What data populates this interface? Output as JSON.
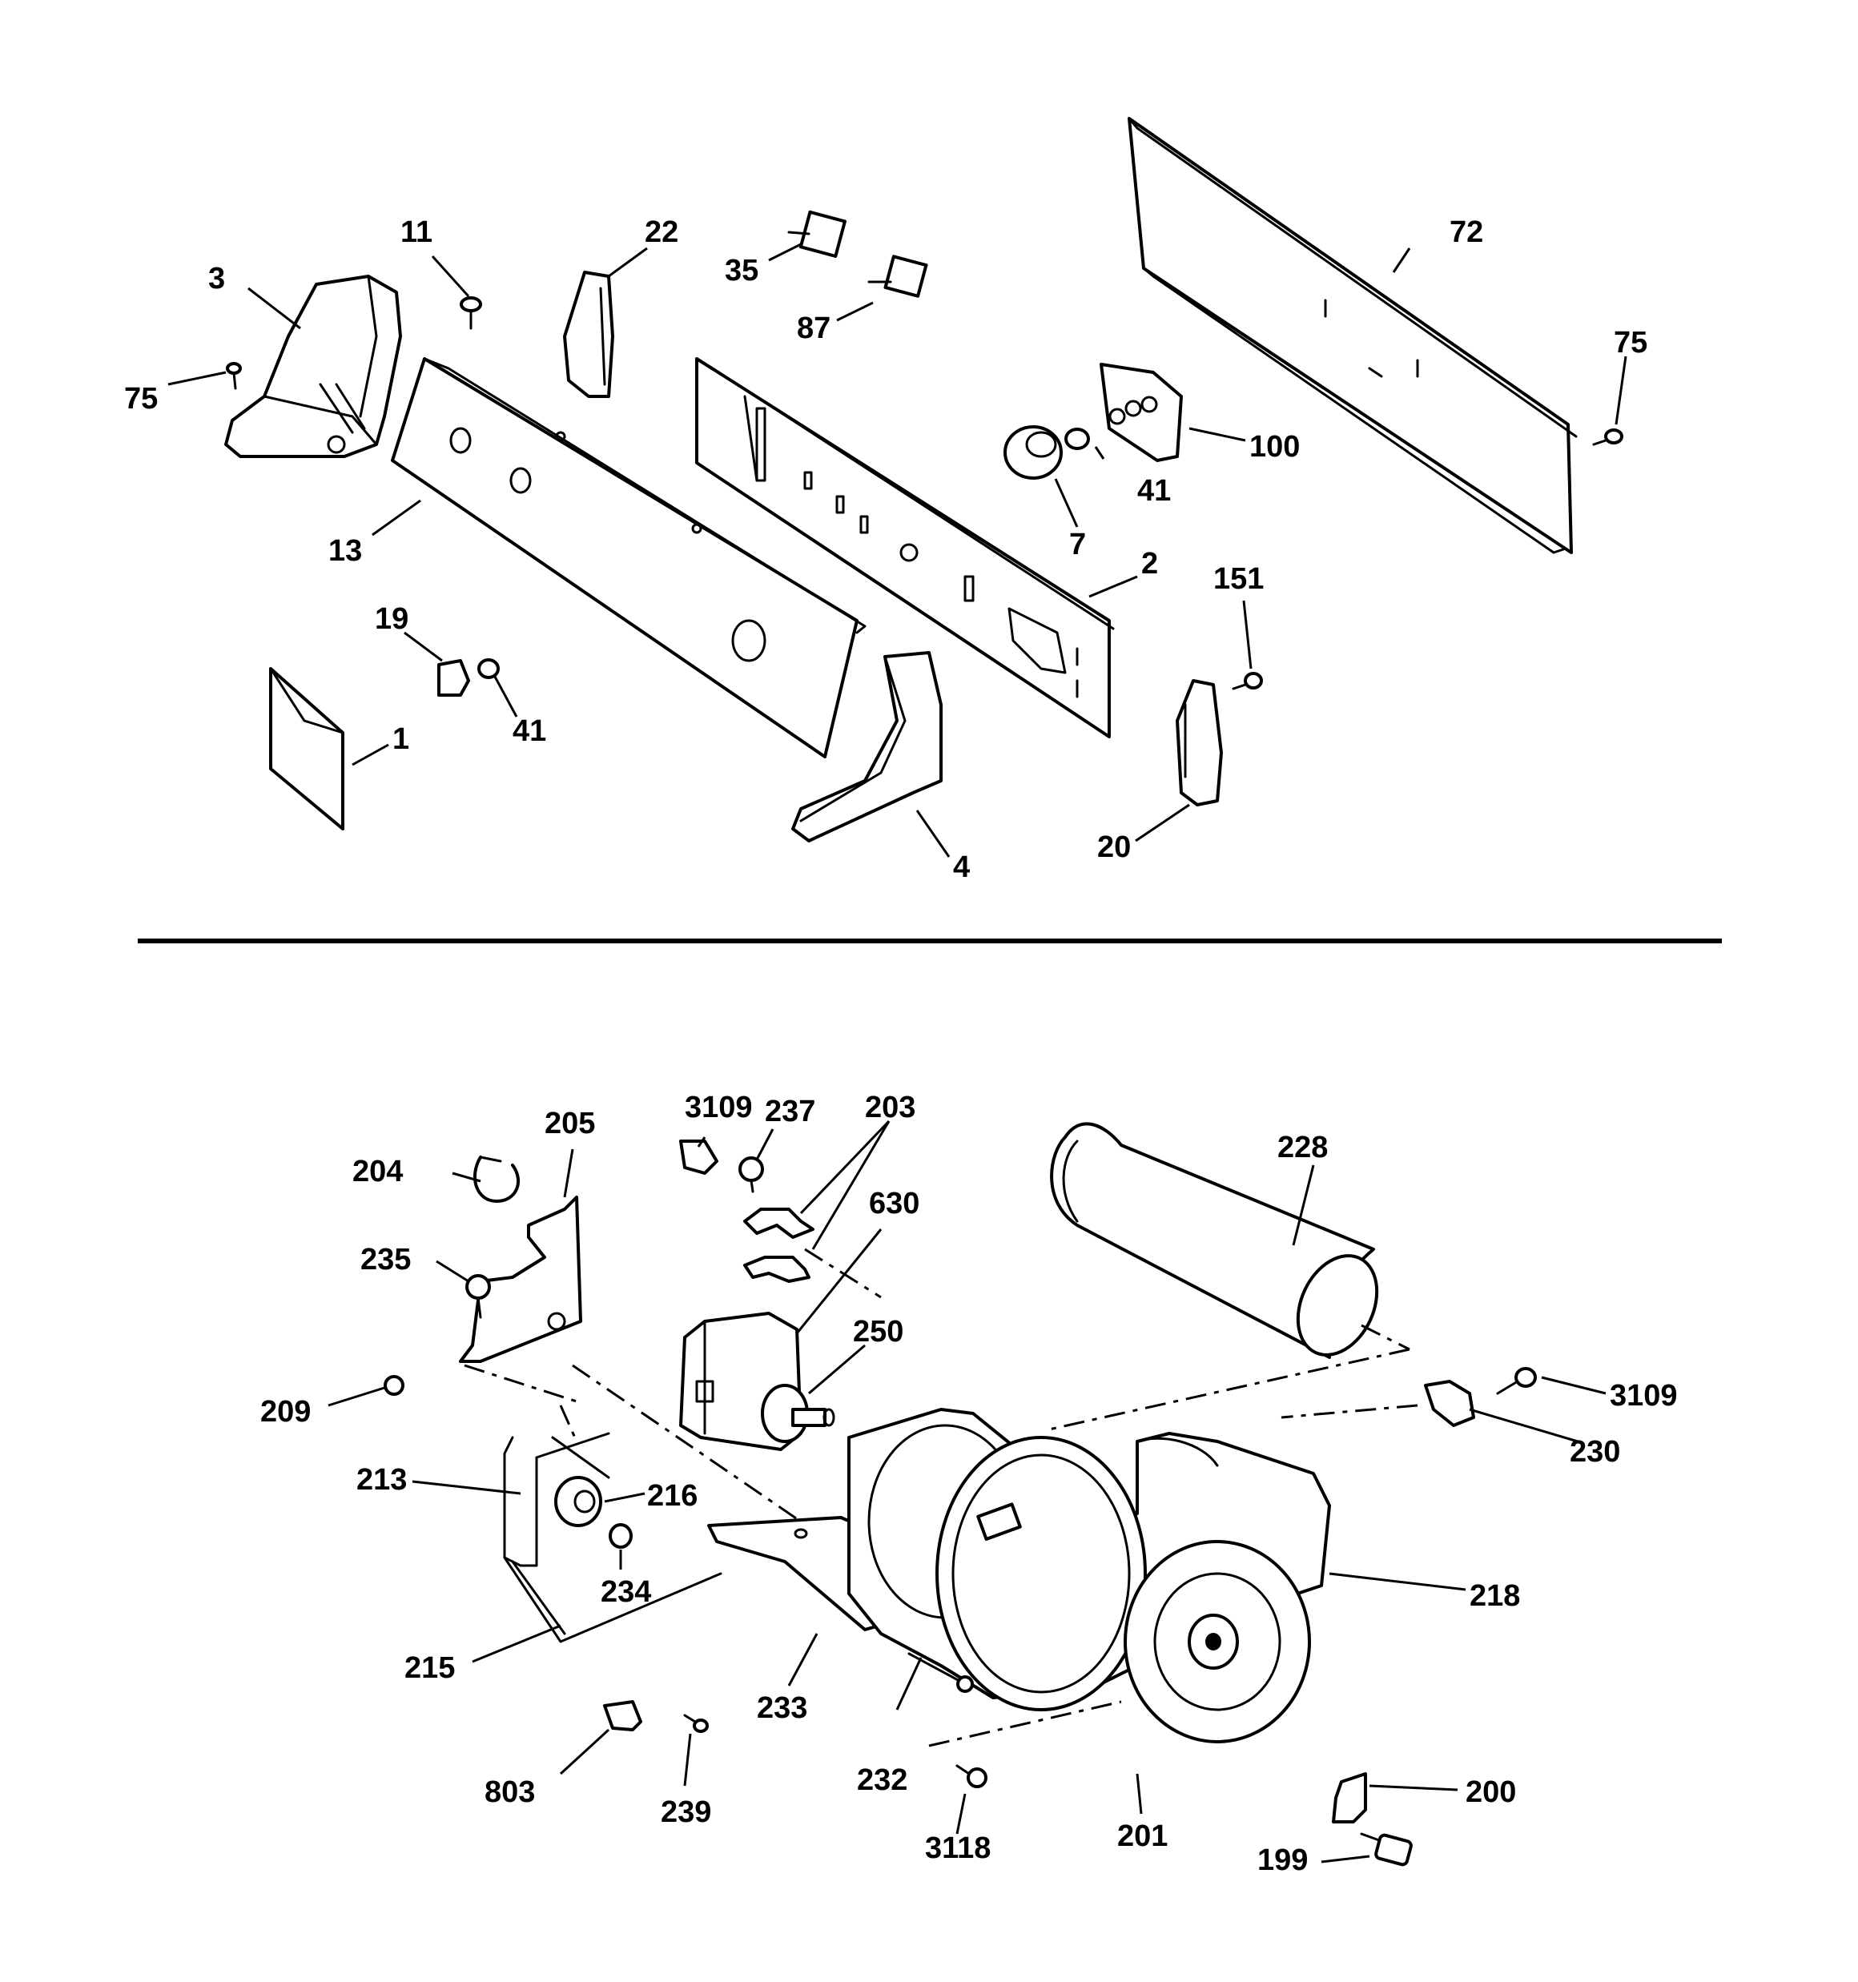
{
  "upper_callouts": [
    "1",
    "2",
    "3",
    "4",
    "7",
    "11",
    "13",
    "19",
    "20",
    "22",
    "35",
    "41",
    "41",
    "72",
    "75",
    "75",
    "87",
    "100",
    "151"
  ],
  "lower_callouts": [
    "199",
    "200",
    "201",
    "203",
    "204",
    "205",
    "209",
    "213",
    "215",
    "216",
    "218",
    "228",
    "230",
    "232",
    "233",
    "234",
    "235",
    "237",
    "239",
    "250",
    "630",
    "803",
    "3109",
    "3109",
    "3118"
  ],
  "part_labels": {
    "p1": "1",
    "p2": "2",
    "p3": "3",
    "p4": "4",
    "p7": "7",
    "p11": "11",
    "p13": "13",
    "p19": "19",
    "p20": "20",
    "p22": "22",
    "p35": "35",
    "p41a": "41",
    "p41b": "41",
    "p72": "72",
    "p75a": "75",
    "p75b": "75",
    "p87": "87",
    "p100": "100",
    "p151": "151",
    "p199": "199",
    "p200": "200",
    "p201": "201",
    "p203": "203",
    "p204": "204",
    "p205": "205",
    "p209": "209",
    "p213": "213",
    "p215": "215",
    "p216": "216",
    "p218": "218",
    "p228": "228",
    "p230": "230",
    "p232": "232",
    "p233": "233",
    "p234": "234",
    "p235": "235",
    "p237": "237",
    "p239": "239",
    "p250": "250",
    "p630": "630",
    "p803": "803",
    "p3109a": "3109",
    "p3109b": "3109",
    "p3118": "3118"
  }
}
